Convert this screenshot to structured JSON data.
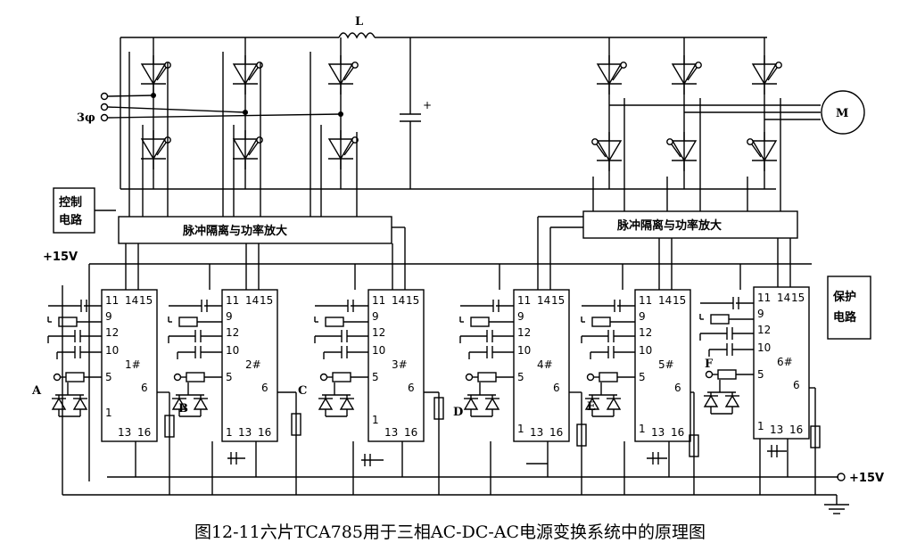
{
  "caption": "图12-11六片TCA785用于三相AC-DC-AC电源变换系统中的原理图",
  "labels": {
    "inductor": "L",
    "three_phase": "3φ",
    "motor": "M",
    "capacitor_plus": "+",
    "control_box": [
      "控制",
      "电路"
    ],
    "protect_box": [
      "保护",
      "电路"
    ],
    "pulse_amp": "脉冲隔离与功率放大",
    "supply_left": "+15V",
    "supply_right": "+15V"
  },
  "chips": [
    {
      "id": "1#",
      "tag": "A"
    },
    {
      "id": "2#",
      "tag": "B"
    },
    {
      "id": "3#",
      "tag": "C"
    },
    {
      "id": "4#",
      "tag": "D"
    },
    {
      "id": "5#",
      "tag": "E"
    },
    {
      "id": "6#",
      "tag": "F"
    }
  ],
  "pins": {
    "p11": "11",
    "p14": "14",
    "p15": "15",
    "p9": "9",
    "p12": "12",
    "p10": "10",
    "p5": "5",
    "p6": "6",
    "p1": "1",
    "p13": "13",
    "p16": "16"
  }
}
